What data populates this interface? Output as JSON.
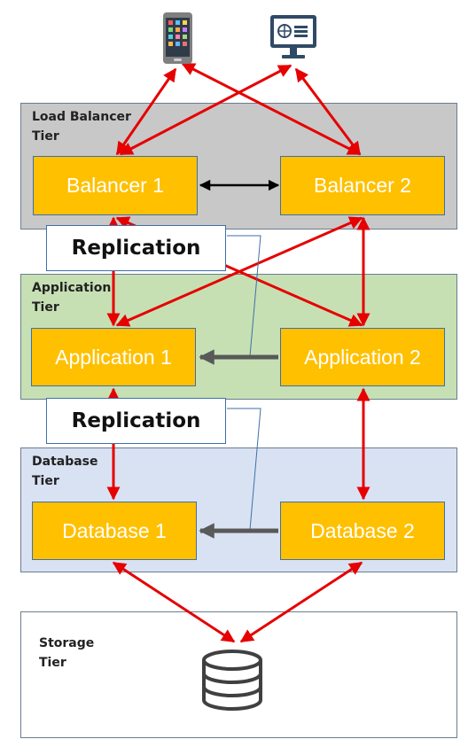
{
  "tiers": {
    "load_balancer": {
      "label": "Load Balancer\nTier",
      "color": "#c8c8c8"
    },
    "application": {
      "label": "Application\nTier",
      "color": "#c6e0b4"
    },
    "database": {
      "label": "Database\nTier",
      "color": "#d9e2f3"
    },
    "storage": {
      "label": "Storage\nTier",
      "color": "#ffffff"
    }
  },
  "nodes": {
    "balancer_1": "Balancer 1",
    "balancer_2": "Balancer 2",
    "application_1": "Application 1",
    "application_2": "Application 2",
    "database_1": "Database 1",
    "database_2": "Database 2"
  },
  "replication": {
    "app_label": "Replication",
    "db_label": "Replication"
  },
  "icons": {
    "clients": [
      "mobile-phone-icon",
      "desktop-monitor-icon"
    ],
    "storage": "database-cylinder-icon"
  },
  "colors": {
    "node_fill": "#ffc000",
    "node_border": "#3f6fa8",
    "connection_red": "#e60000",
    "replication_arrow": "#595959",
    "balancer_link": "#000000"
  }
}
